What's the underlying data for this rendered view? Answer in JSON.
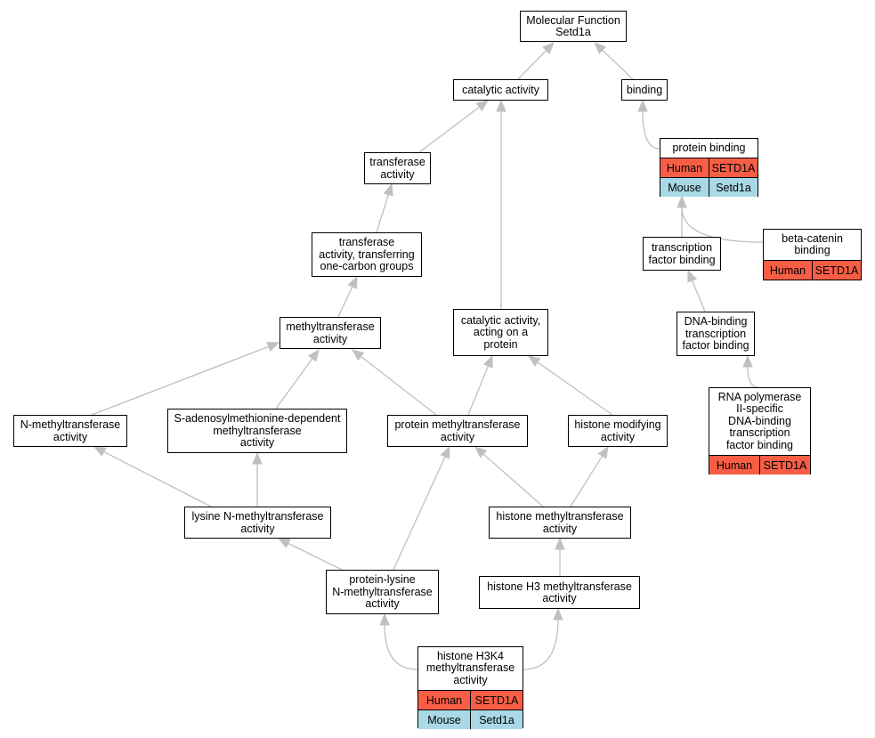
{
  "graph": {
    "nodes": [
      {
        "id": "mf",
        "label": "Molecular Function\nSetd1a",
        "rows": []
      },
      {
        "id": "cat",
        "label": "catalytic activity",
        "rows": []
      },
      {
        "id": "bind",
        "label": "binding",
        "rows": []
      },
      {
        "id": "protbind",
        "label": "protein binding",
        "rows": [
          {
            "species": "Human",
            "gene": "SETD1A",
            "color": "#f75e45"
          },
          {
            "species": "Mouse",
            "gene": "Setd1a",
            "color": "#a9d9e6"
          }
        ]
      },
      {
        "id": "transf",
        "label": "transferase\nactivity",
        "rows": []
      },
      {
        "id": "bcat",
        "label": "beta-catenin\nbinding",
        "rows": [
          {
            "species": "Human",
            "gene": "SETD1A",
            "color": "#f75e45"
          }
        ]
      },
      {
        "id": "tfbind",
        "label": "transcription\nfactor binding",
        "rows": []
      },
      {
        "id": "transf1c",
        "label": "transferase\nactivity, transferring\none-carbon groups",
        "rows": []
      },
      {
        "id": "mtase",
        "label": "methyltransferase\nactivity",
        "rows": []
      },
      {
        "id": "catprot",
        "label": "catalytic activity,\nacting on a\nprotein",
        "rows": []
      },
      {
        "id": "dnatf",
        "label": "DNA-binding\ntranscription\nfactor binding",
        "rows": []
      },
      {
        "id": "nmt",
        "label": "N-methyltransferase\nactivity",
        "rows": []
      },
      {
        "id": "sam",
        "label": "S-adenosylmethionine-dependent\nmethyltransferase\nactivity",
        "rows": []
      },
      {
        "id": "pmt",
        "label": "protein methyltransferase\nactivity",
        "rows": []
      },
      {
        "id": "hmod",
        "label": "histone modifying\nactivity",
        "rows": []
      },
      {
        "id": "rnapol",
        "label": "RNA polymerase\nII-specific\nDNA-binding\ntranscription\nfactor binding",
        "rows": [
          {
            "species": "Human",
            "gene": "SETD1A",
            "color": "#f75e45"
          }
        ]
      },
      {
        "id": "lysnmt",
        "label": "lysine N-methyltransferase\nactivity",
        "rows": []
      },
      {
        "id": "hmt",
        "label": "histone methyltransferase\nactivity",
        "rows": []
      },
      {
        "id": "plnmt",
        "label": "protein-lysine\nN-methyltransferase\nactivity",
        "rows": []
      },
      {
        "id": "h3mt",
        "label": "histone H3 methyltransferase\nactivity",
        "rows": []
      },
      {
        "id": "h3k4",
        "label": "histone H3K4\nmethyltransferase\nactivity",
        "rows": [
          {
            "species": "Human",
            "gene": "SETD1A",
            "color": "#f75e45"
          },
          {
            "species": "Mouse",
            "gene": "Setd1a",
            "color": "#a9d9e6"
          }
        ]
      }
    ],
    "edges": [
      {
        "from": "cat",
        "to": "mf"
      },
      {
        "from": "bind",
        "to": "mf"
      },
      {
        "from": "transf",
        "to": "cat"
      },
      {
        "from": "catprot",
        "to": "cat"
      },
      {
        "from": "protbind",
        "to": "bind"
      },
      {
        "from": "transf1c",
        "to": "transf"
      },
      {
        "from": "mtase",
        "to": "transf1c"
      },
      {
        "from": "tfbind",
        "to": "protbind"
      },
      {
        "from": "bcat",
        "to": "protbind"
      },
      {
        "from": "dnatf",
        "to": "tfbind"
      },
      {
        "from": "rnapol",
        "to": "dnatf"
      },
      {
        "from": "nmt",
        "to": "mtase"
      },
      {
        "from": "sam",
        "to": "mtase"
      },
      {
        "from": "pmt",
        "to": "mtase"
      },
      {
        "from": "pmt",
        "to": "catprot"
      },
      {
        "from": "hmod",
        "to": "catprot"
      },
      {
        "from": "lysnmt",
        "to": "nmt"
      },
      {
        "from": "lysnmt",
        "to": "sam"
      },
      {
        "from": "hmt",
        "to": "pmt"
      },
      {
        "from": "hmt",
        "to": "hmod"
      },
      {
        "from": "plnmt",
        "to": "pmt"
      },
      {
        "from": "plnmt",
        "to": "lysnmt"
      },
      {
        "from": "h3mt",
        "to": "hmt"
      },
      {
        "from": "h3k4",
        "to": "plnmt"
      },
      {
        "from": "h3k4",
        "to": "h3mt"
      }
    ]
  }
}
